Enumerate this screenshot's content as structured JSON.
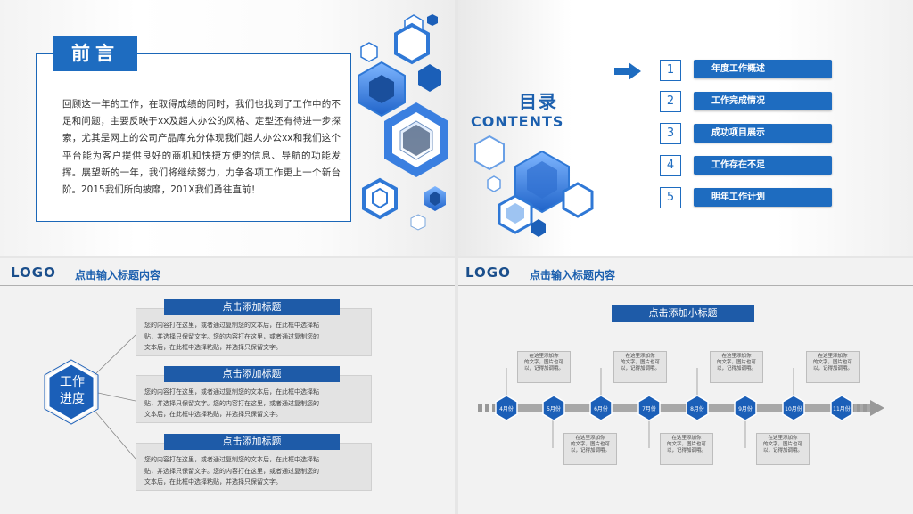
{
  "slide1": {
    "title": "前言",
    "paragraph": "回顾这一年的工作，在取得成绩的同时，我们也找到了工作中的不足和问题，主要反映于xx及超人办公的风格、定型还有待进一步探索，尤其是网上的公司产品库充分体现我们超人办公xx和我们这个平台能为客户提供良好的商机和快捷方便的信息、导航的功能发挥。展望新的一年，我们将继续努力，力争各项工作更上一个新台阶。2015我们所向披靡，201X我们勇往直前！"
  },
  "slide2": {
    "title": "目录",
    "subtitle": "CONTENTS",
    "items": [
      {
        "num": "1",
        "label": "年度工作概述"
      },
      {
        "num": "2",
        "label": "工作完成情况"
      },
      {
        "num": "3",
        "label": "成功项目展示"
      },
      {
        "num": "4",
        "label": "工作存在不足"
      },
      {
        "num": "5",
        "label": "明年工作计划"
      }
    ]
  },
  "slide3": {
    "logo": "LOGO",
    "header": "点击输入标题内容",
    "center_label": "工作进度",
    "center_line1": "工作",
    "center_line2": "进度",
    "cards": [
      {
        "title": "点击添加标题",
        "line1": "您的内容打在这里，或者通过复制您的文本后，在此框中选择粘",
        "line2": "贴，并选择只保留文字。您的内容打在这里，或者通过复制您的",
        "line3": "文本后，在此框中选择粘贴，并选择只保留文字。"
      },
      {
        "title": "点击添加标题",
        "line1": "您的内容打在这里，或者通过复制您的文本后，在此框中选择粘",
        "line2": "贴，并选择只保留文字。您的内容打在这里，或者通过复制您的",
        "line3": "文本后，在此框中选择粘贴，并选择只保留文字。"
      },
      {
        "title": "点击添加标题",
        "line1": "您的内容打在这里，或者通过复制您的文本后，在此框中选择粘",
        "line2": "贴，并选择只保留文字。您的内容打在这里，或者通过复制您的",
        "line3": "文本后，在此框中选择粘贴，并选择只保留文字。"
      }
    ]
  },
  "slide4": {
    "logo": "LOGO",
    "header": "点击输入标题内容",
    "subtitle": "点击添加小标题",
    "months": [
      "4月份",
      "5月份",
      "6月份",
      "7月份",
      "8月份",
      "9月份",
      "10月份",
      "11月份"
    ],
    "box_text": {
      "line1": "在这里添加你",
      "line2": "的文字，图片也可",
      "line3": "以，记得加调哦。"
    }
  },
  "colors": {
    "primary": "#1e6cc0",
    "dark": "#1b4f8c",
    "grey": "#9a9a9a"
  }
}
